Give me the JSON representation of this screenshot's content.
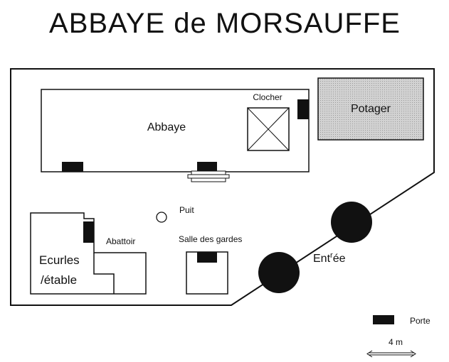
{
  "title": "ABBAYE de MORSAUFFE",
  "labels": {
    "abbaye": "Abbaye",
    "clocher": "Clocher",
    "potager": "Potager",
    "puit": "Puit",
    "abattoir": "Abattoir",
    "salle_des_gardes": "Salle des gardes",
    "ecurles_line1": "Ecurles",
    "ecurles_line2": "/étable",
    "entree_a": "Ent",
    "entree_sup": "r",
    "entree_b": "ée"
  },
  "legend": {
    "porte": "Porte",
    "scale": "4 m"
  },
  "colors": {
    "ink": "#111111",
    "potager_fill": "#c8c8c8",
    "background": "#ffffff"
  }
}
